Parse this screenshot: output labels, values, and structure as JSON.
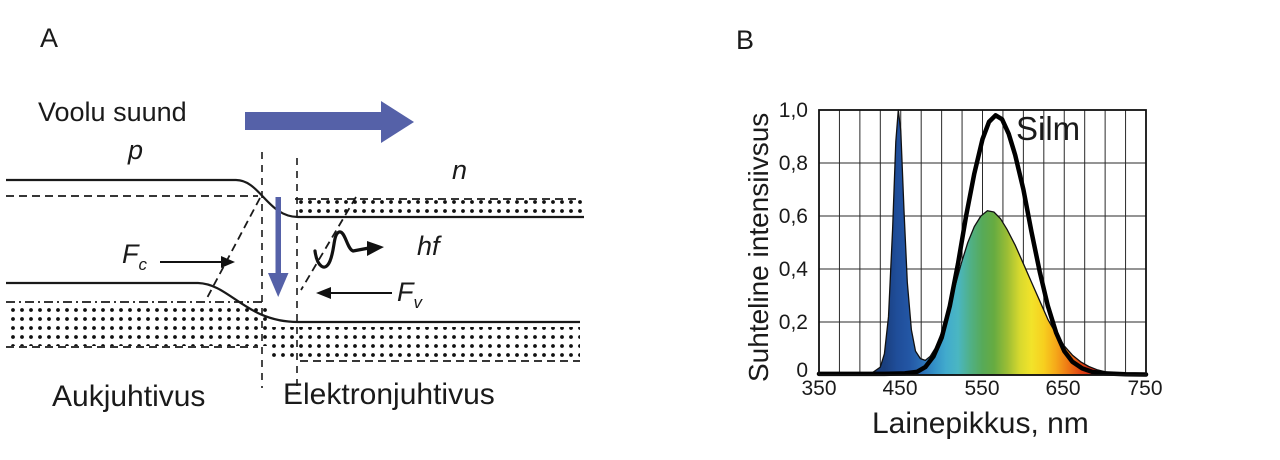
{
  "panel_a": {
    "label": "A",
    "current_direction_label": "Voolu suund",
    "p_label": "p",
    "n_label": "n",
    "fc_label": {
      "main": "F",
      "sub": "c"
    },
    "fv_label": {
      "main": "F",
      "sub": "v"
    },
    "photon_label": "hf",
    "left_region_label": "Aukjuhtivus",
    "right_region_label": "Elektronjuhtivus",
    "arrow_color": "#5561a8"
  },
  "panel_b": {
    "label": "B",
    "y_axis_label": "Suhteline intensiivsus",
    "x_axis_label": "Lainepikkus, nm",
    "curve_label": "Silm",
    "y_ticks": [
      "1,0",
      "0,8",
      "0,6",
      "0,4",
      "0,2",
      "0"
    ],
    "x_ticks": [
      "350",
      "450",
      "550",
      "650",
      "750"
    ]
  },
  "chart_data": {
    "type": "area+line",
    "xlabel": "Lainepikkus, nm",
    "ylabel": "Suhteline intensiivsus",
    "xlim": [
      350,
      750
    ],
    "ylim": [
      0,
      1.0
    ],
    "grid": true,
    "x_gridline_step_nm": 25,
    "y_gridline_step": 0.2,
    "x_tick_values": [
      350,
      450,
      550,
      650,
      750
    ],
    "y_tick_values": [
      1.0,
      0.8,
      0.6,
      0.4,
      0.2,
      0
    ],
    "series": [
      {
        "name": "white-led-spectrum",
        "type": "area",
        "description_peaks": [
          {
            "peak_nm": 447,
            "intensity": 1.0
          },
          {
            "peak_nm": 556,
            "intensity": 0.62
          }
        ],
        "points": [
          [
            350,
            0.002
          ],
          [
            400,
            0.003
          ],
          [
            415,
            0.008
          ],
          [
            425,
            0.03
          ],
          [
            430,
            0.08
          ],
          [
            435,
            0.22
          ],
          [
            440,
            0.55
          ],
          [
            444,
            0.88
          ],
          [
            447,
            1.0
          ],
          [
            450,
            0.92
          ],
          [
            454,
            0.62
          ],
          [
            458,
            0.35
          ],
          [
            463,
            0.17
          ],
          [
            468,
            0.09
          ],
          [
            474,
            0.062
          ],
          [
            480,
            0.055
          ],
          [
            486,
            0.07
          ],
          [
            492,
            0.1
          ],
          [
            500,
            0.16
          ],
          [
            508,
            0.24
          ],
          [
            516,
            0.33
          ],
          [
            524,
            0.42
          ],
          [
            532,
            0.5
          ],
          [
            540,
            0.56
          ],
          [
            548,
            0.6
          ],
          [
            556,
            0.62
          ],
          [
            564,
            0.615
          ],
          [
            572,
            0.59
          ],
          [
            580,
            0.55
          ],
          [
            590,
            0.49
          ],
          [
            600,
            0.42
          ],
          [
            610,
            0.35
          ],
          [
            620,
            0.28
          ],
          [
            630,
            0.21
          ],
          [
            640,
            0.155
          ],
          [
            650,
            0.11
          ],
          [
            660,
            0.075
          ],
          [
            670,
            0.05
          ],
          [
            680,
            0.032
          ],
          [
            690,
            0.02
          ],
          [
            700,
            0.012
          ],
          [
            715,
            0.006
          ],
          [
            730,
            0.003
          ],
          [
            750,
            0.001
          ]
        ]
      },
      {
        "name": "eye-sensitivity",
        "label": "Silm",
        "type": "line",
        "peak": {
          "peak_nm": 566,
          "intensity": 0.98
        },
        "points": [
          [
            350,
            0.004
          ],
          [
            430,
            0.004
          ],
          [
            455,
            0.006
          ],
          [
            470,
            0.012
          ],
          [
            480,
            0.03
          ],
          [
            490,
            0.07
          ],
          [
            500,
            0.14
          ],
          [
            510,
            0.26
          ],
          [
            520,
            0.42
          ],
          [
            530,
            0.6
          ],
          [
            540,
            0.76
          ],
          [
            550,
            0.89
          ],
          [
            558,
            0.955
          ],
          [
            566,
            0.98
          ],
          [
            574,
            0.965
          ],
          [
            582,
            0.91
          ],
          [
            590,
            0.83
          ],
          [
            600,
            0.7
          ],
          [
            610,
            0.54
          ],
          [
            620,
            0.39
          ],
          [
            630,
            0.26
          ],
          [
            640,
            0.16
          ],
          [
            650,
            0.09
          ],
          [
            660,
            0.05
          ],
          [
            672,
            0.025
          ],
          [
            684,
            0.012
          ],
          [
            700,
            0.006
          ],
          [
            725,
            0.003
          ],
          [
            750,
            0.002
          ]
        ]
      }
    ],
    "spectrum_gradient_stops": [
      [
        350,
        "#173569"
      ],
      [
        430,
        "#1a3f7e"
      ],
      [
        445,
        "#1f4d99"
      ],
      [
        460,
        "#2356a4"
      ],
      [
        475,
        "#2b6db5"
      ],
      [
        490,
        "#338fc6"
      ],
      [
        505,
        "#41aacd"
      ],
      [
        520,
        "#4ab6c2"
      ],
      [
        535,
        "#50b087"
      ],
      [
        550,
        "#57aa58"
      ],
      [
        564,
        "#66ab41"
      ],
      [
        580,
        "#9abd35"
      ],
      [
        596,
        "#d8d92e"
      ],
      [
        610,
        "#f2e32a"
      ],
      [
        625,
        "#f7cf1f"
      ],
      [
        640,
        "#f5a819"
      ],
      [
        655,
        "#ee7714"
      ],
      [
        670,
        "#e04613"
      ],
      [
        685,
        "#d02313"
      ],
      [
        700,
        "#c11111"
      ],
      [
        750,
        "#b30d0d"
      ]
    ],
    "annotations": [
      {
        "text": "Silm",
        "x_nm": 591,
        "y": 0.95
      }
    ],
    "legend_position": "none"
  }
}
